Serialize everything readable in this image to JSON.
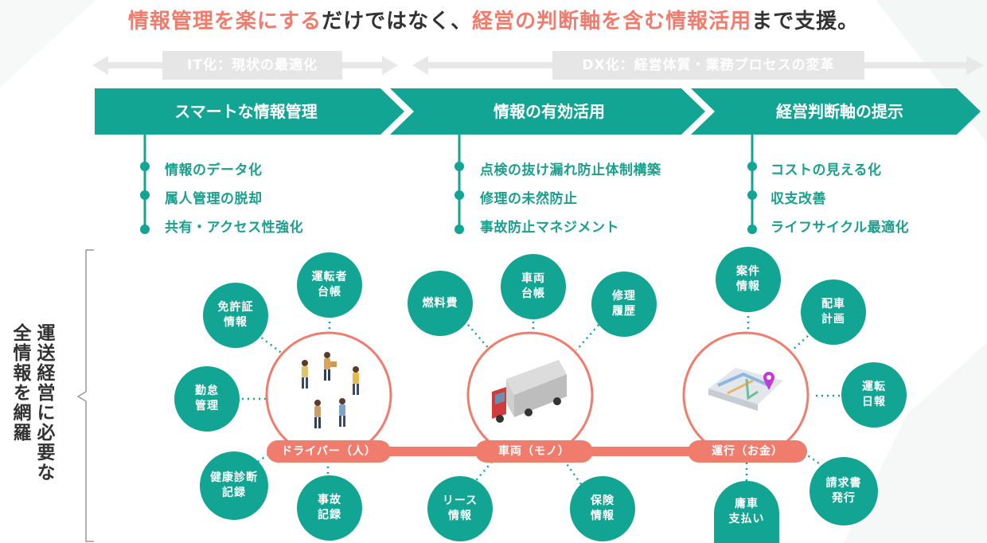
{
  "headline": {
    "part1": "情報管理を楽にする",
    "part2": "だけではなく、",
    "part3": "経営の判断軸を含む情報活用",
    "part4": "まで支援。"
  },
  "phases": {
    "it": "IT化：現状の最適化",
    "dx": "DX化：経営体質・業務プロセスの変革"
  },
  "steps": [
    {
      "title": "スマートな情報管理",
      "bullets": [
        "情報のデータ化",
        "属人管理の脱却",
        "共有・アクセス性強化"
      ]
    },
    {
      "title": "情報の有効活用",
      "bullets": [
        "点検の抜け漏れ防止体制構築",
        "修理の未然防止",
        "事故防止マネジメント"
      ]
    },
    {
      "title": "経営判断軸の提示",
      "bullets": [
        "コストの見える化",
        "収支改善",
        "ライフサイクル最適化"
      ]
    }
  ],
  "side_title": {
    "line1": "運送経営に必要な",
    "line2": "全情報を網羅"
  },
  "hubs": [
    {
      "label": "ドライバー（人）",
      "illustration": "drivers-illustration",
      "nodes": [
        "免許証\n情報",
        "運転者\n台帳",
        "勤怠\n管理",
        "健康診断\n記録",
        "事故\n記録"
      ]
    },
    {
      "label": "車両（モノ）",
      "illustration": "truck-illustration",
      "nodes": [
        "燃料費",
        "車両\n台帳",
        "修理\n履歴",
        "リース\n情報",
        "保険\n情報"
      ]
    },
    {
      "label": "運行（お金）",
      "illustration": "map-illustration",
      "nodes": [
        "案件\n情報",
        "配車\n計画",
        "運転\n日報",
        "請求書\n発行",
        "庸車\n支払い"
      ]
    }
  ],
  "colors": {
    "teal": "#13a593",
    "coral": "#f07c6e",
    "gray": "#e6e6e6",
    "text": "#333333"
  }
}
